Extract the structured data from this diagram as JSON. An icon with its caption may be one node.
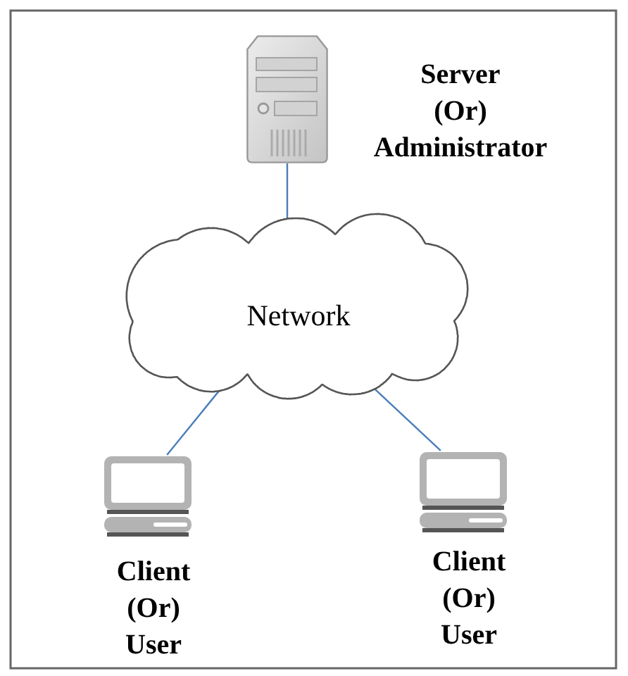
{
  "diagram": {
    "nodes": [
      {
        "text": [],
        "shape": "picture",
        "beside": [
          "Server (Or) Administrator"
        ]
      },
      {
        "text": [
          "Network"
        ]
      },
      {
        "text": [],
        "shape": "picture",
        "beside": [
          "Client (Or) User"
        ]
      },
      {
        "text": [],
        "shape": "picture",
        "beside": [
          "Client (Or) User"
        ]
      }
    ],
    "edges": [
      {
        "from": 0,
        "to": 1,
        "arrow": "none"
      },
      {
        "from": 1,
        "to": 2,
        "arrow": "none"
      },
      {
        "from": 1,
        "to": 3,
        "arrow": "none"
      }
    ]
  }
}
